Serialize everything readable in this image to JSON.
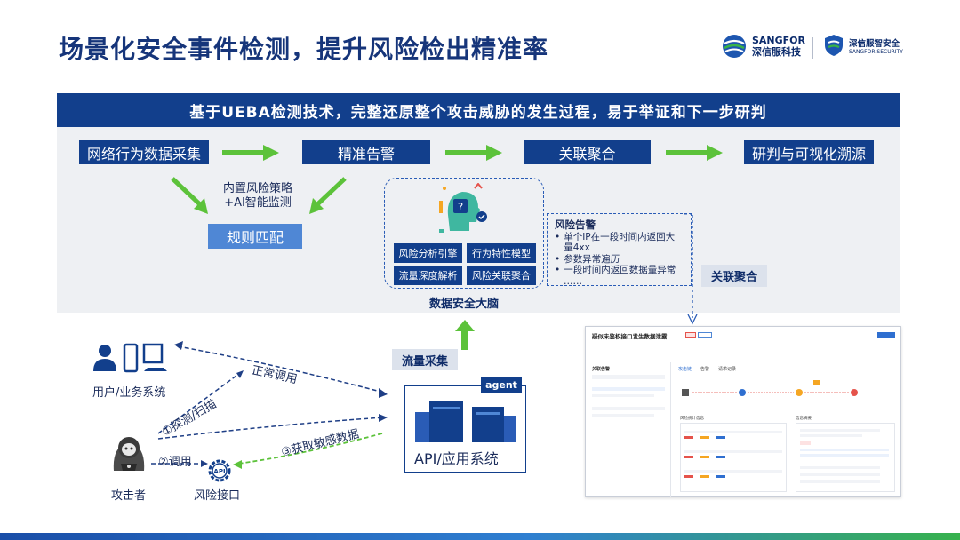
{
  "title": "场景化安全事件检测，提升风险检出精准率",
  "logos": {
    "sangfor_en": "SANGFOR",
    "sangfor_cn": "深信服科技",
    "security_cn": "深信服智安全",
    "security_en": "SANGFOR SECURITY"
  },
  "banner": "基于UEBA检测技术，完整还原整个攻击威胁的发生过程，易于举证和下一步研判",
  "steps": [
    "网络行为数据采集",
    "精准告警",
    "关联聚合",
    "研判与可视化溯源"
  ],
  "strategy": {
    "line1": "内置风险策略",
    "line2": "+AI智能监测"
  },
  "rule_match": "规则匹配",
  "engines": [
    "风险分析引擎",
    "行为特性模型",
    "流量深度解析",
    "风险关联聚合"
  ],
  "brain_label": "数据安全大脑",
  "alert": {
    "heading": "风险告警",
    "items": [
      "单个IP在一段时间内返回大量4xx",
      "参数异常遍历",
      "一段时间内返回数据量异常",
      "……"
    ]
  },
  "correlation_label": "关联聚合",
  "flow_collect": "流量采集",
  "agent_label": "agent",
  "api_system": "API/应用系统",
  "users_label": "用户/业务系统",
  "attacker_label": "攻击者",
  "risk_iface_label": "风险接口",
  "api_badge": "API",
  "edges": {
    "normal_call": "正常调用",
    "probe": "①探测/扫描",
    "invoke": "②调用",
    "steal": "③获取敏感数据"
  },
  "screenshot": {
    "title": "疑似未鉴权接口发生数据泄露",
    "tabs": [
      "攻击链",
      "告警",
      "请求记录"
    ],
    "panel_left": "关联告警",
    "panel_mid": "风险统计信息",
    "panel_right": "信息摘要"
  },
  "colors": {
    "navy": "#123f8c",
    "green_arrow": "#5cc23a",
    "dash_blue": "#2a5cb6"
  }
}
